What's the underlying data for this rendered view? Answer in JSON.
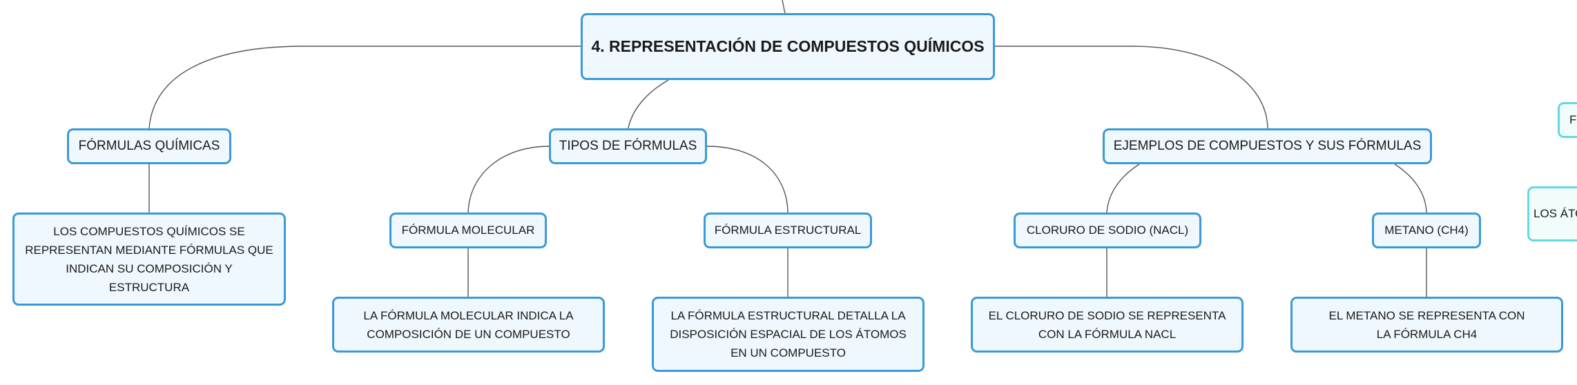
{
  "root": {
    "label": "4. REPRESENTACIÓN DE COMPUESTOS QUÍMICOS"
  },
  "branches": {
    "formulas_quimicas": {
      "label": "FÓRMULAS QUÍMICAS",
      "detail": "LOS COMPUESTOS QUÍMICOS SE REPRESENTAN MEDIANTE FÓRMULAS QUE INDICAN SU COMPOSICIÓN Y ESTRUCTURA"
    },
    "tipos_formulas": {
      "label": "TIPOS DE FÓRMULAS",
      "molecular": {
        "label": "FÓRMULA MOLECULAR",
        "detail": "LA FÓRMULA MOLECULAR INDICA LA COMPOSICIÓN DE UN COMPUESTO"
      },
      "estructural": {
        "label": "FÓRMULA ESTRUCTURAL",
        "detail": "LA FÓRMULA ESTRUCTURAL DETALLA LA DISPOSICIÓN ESPACIAL DE LOS ÁTOMOS EN UN COMPUESTO"
      }
    },
    "ejemplos": {
      "label": "EJEMPLOS DE COMPUESTOS Y SUS FÓRMULAS",
      "cloruro": {
        "label": "CLORURO DE SODIO (NACL)",
        "detail": "EL CLORURO DE SODIO SE REPRESENTA CON LA FÓRMULA NACL"
      },
      "metano": {
        "label": "METANO (CH4)",
        "detail": "EL METANO SE REPRESENTA CON LA FÓRMULA CH4"
      }
    }
  },
  "offscreen": {
    "top_text": "F",
    "mid_text": "LOS ÁTO"
  },
  "colors": {
    "border": "#3a99d8",
    "fill": "#eff8fe",
    "teal_border": "#62d8e4",
    "link": "#555555"
  }
}
